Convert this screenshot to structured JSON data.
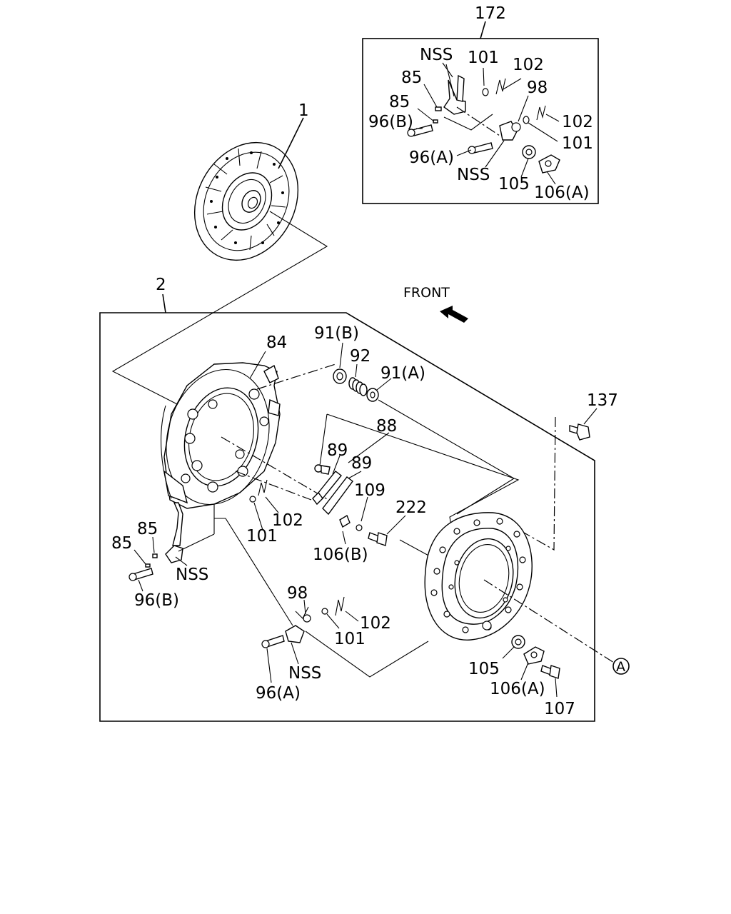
{
  "labels": {
    "l172": "172",
    "l1": "1",
    "l2": "2",
    "front": "FRONT",
    "l84": "84",
    "l91b": "91(B)",
    "l92": "92",
    "l91a": "91(A)",
    "l137": "137",
    "l88": "88",
    "l89a": "89",
    "l89b": "89",
    "l109": "109",
    "l222": "222",
    "l106b": "106(B)",
    "l101a": "101",
    "l102a": "102",
    "l85a": "85",
    "l85b": "85",
    "nssa": "NSS",
    "l96b": "96(B)",
    "l98": "98",
    "l101b": "101",
    "l102b": "102",
    "nssb": "NSS",
    "l96a": "96(A)",
    "l105": "105",
    "l106a": "106(A)",
    "l107": "107",
    "circA": "A",
    "in_nss1": "NSS",
    "in_101a": "101",
    "in_102a": "102",
    "in_85a": "85",
    "in_98": "98",
    "in_85b": "85",
    "in_102b": "102",
    "in_96b": "96(B)",
    "in_101b": "101",
    "in_96a": "96(A)",
    "in_nss2": "NSS",
    "in_105": "105",
    "in_106a": "106(A)"
  }
}
